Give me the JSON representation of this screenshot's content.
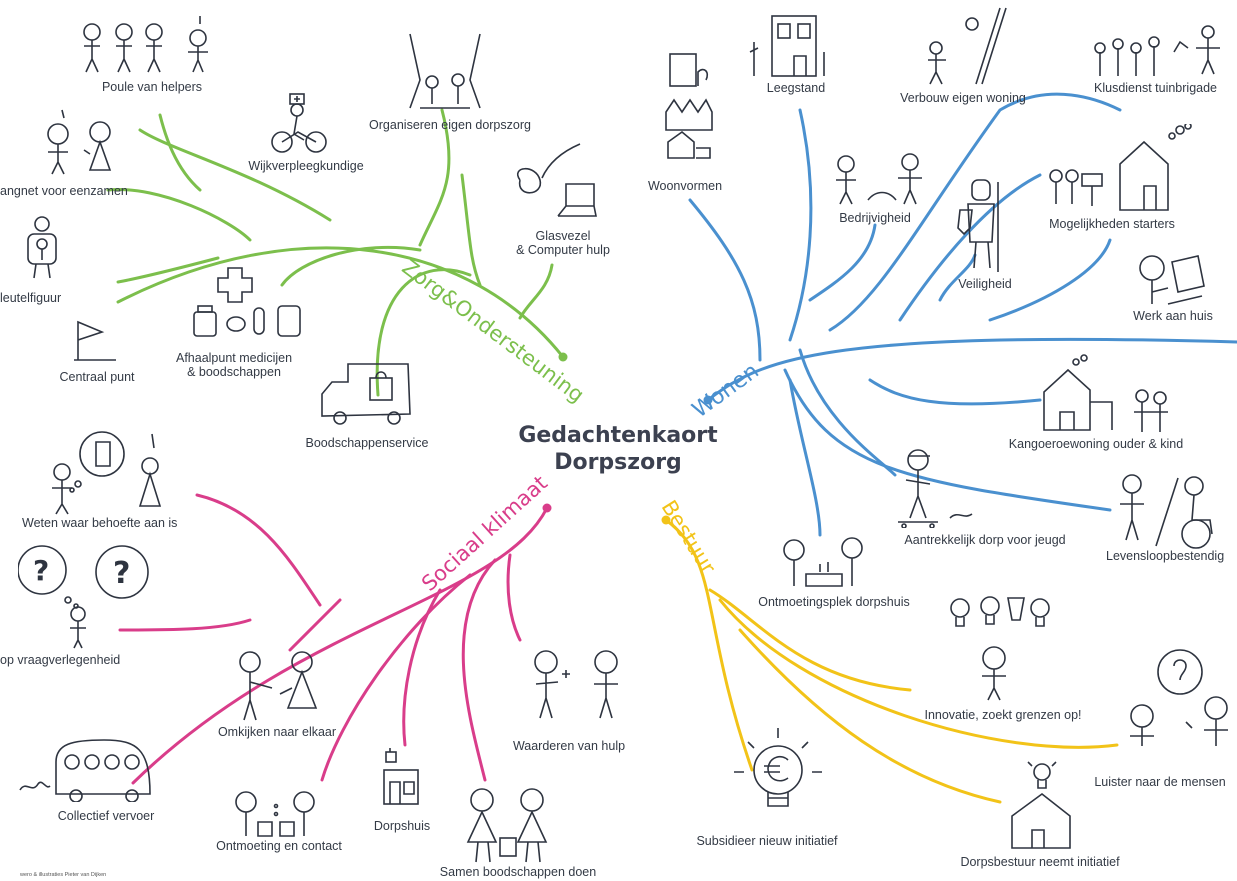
{
  "title": {
    "line1": "Gedachtenkaort",
    "line2": "Dorpszorg"
  },
  "credit": "wero & illustraties Pieter van Dijken",
  "colors": {
    "zorg": "#7cbf4c",
    "wonen": "#4a90cf",
    "bestuur": "#f2c318",
    "sociaal": "#d93d8a",
    "ink": "#2e3440"
  },
  "branches": {
    "zorg": {
      "name": "Zorg&Ondersteuning",
      "topics": [
        "Poule van helpers",
        "Wijkverpleegkundige",
        "Organiseren eigen dorpszorg",
        "angnet voor eenzamen",
        "Glasvezel",
        "& Computer hulp",
        "leutelfiguur",
        "Afhaalpunt medicijen",
        "& boodschappen",
        "Centraal punt",
        "Boodschappenservice"
      ]
    },
    "wonen": {
      "name": "Wonen",
      "topics": [
        "Leegstand",
        "Verbouw eigen woning",
        "Klusdienst tuinbrigade",
        "Woonvormen",
        "Bedrijvigheid",
        "Mogelijkheden starters",
        "Veiligheid",
        "Werk aan huis",
        "Kangoeroewoning ouder & kind",
        "Aantrekkelijk dorp voor jeugd",
        "Levensloopbestendig",
        "Ontmoetingsplek dorpshuis"
      ]
    },
    "sociaal": {
      "name": "Sociaal klimaat",
      "topics": [
        "Weten waar behoefte aan is",
        "op vraagverlegenheid",
        "Omkijken naar elkaar",
        "Waarderen van hulp",
        "Collectief vervoer",
        "Dorpshuis",
        "Ontmoeting en contact",
        "Samen boodschappen doen"
      ]
    },
    "bestuur": {
      "name": "Bestuur",
      "topics": [
        "Innovatie, zoekt grenzen op!",
        "Luister naar de mensen",
        "Subsidieer nieuw initiatief",
        "Dorpsbestuur neemt initiatief"
      ]
    }
  }
}
